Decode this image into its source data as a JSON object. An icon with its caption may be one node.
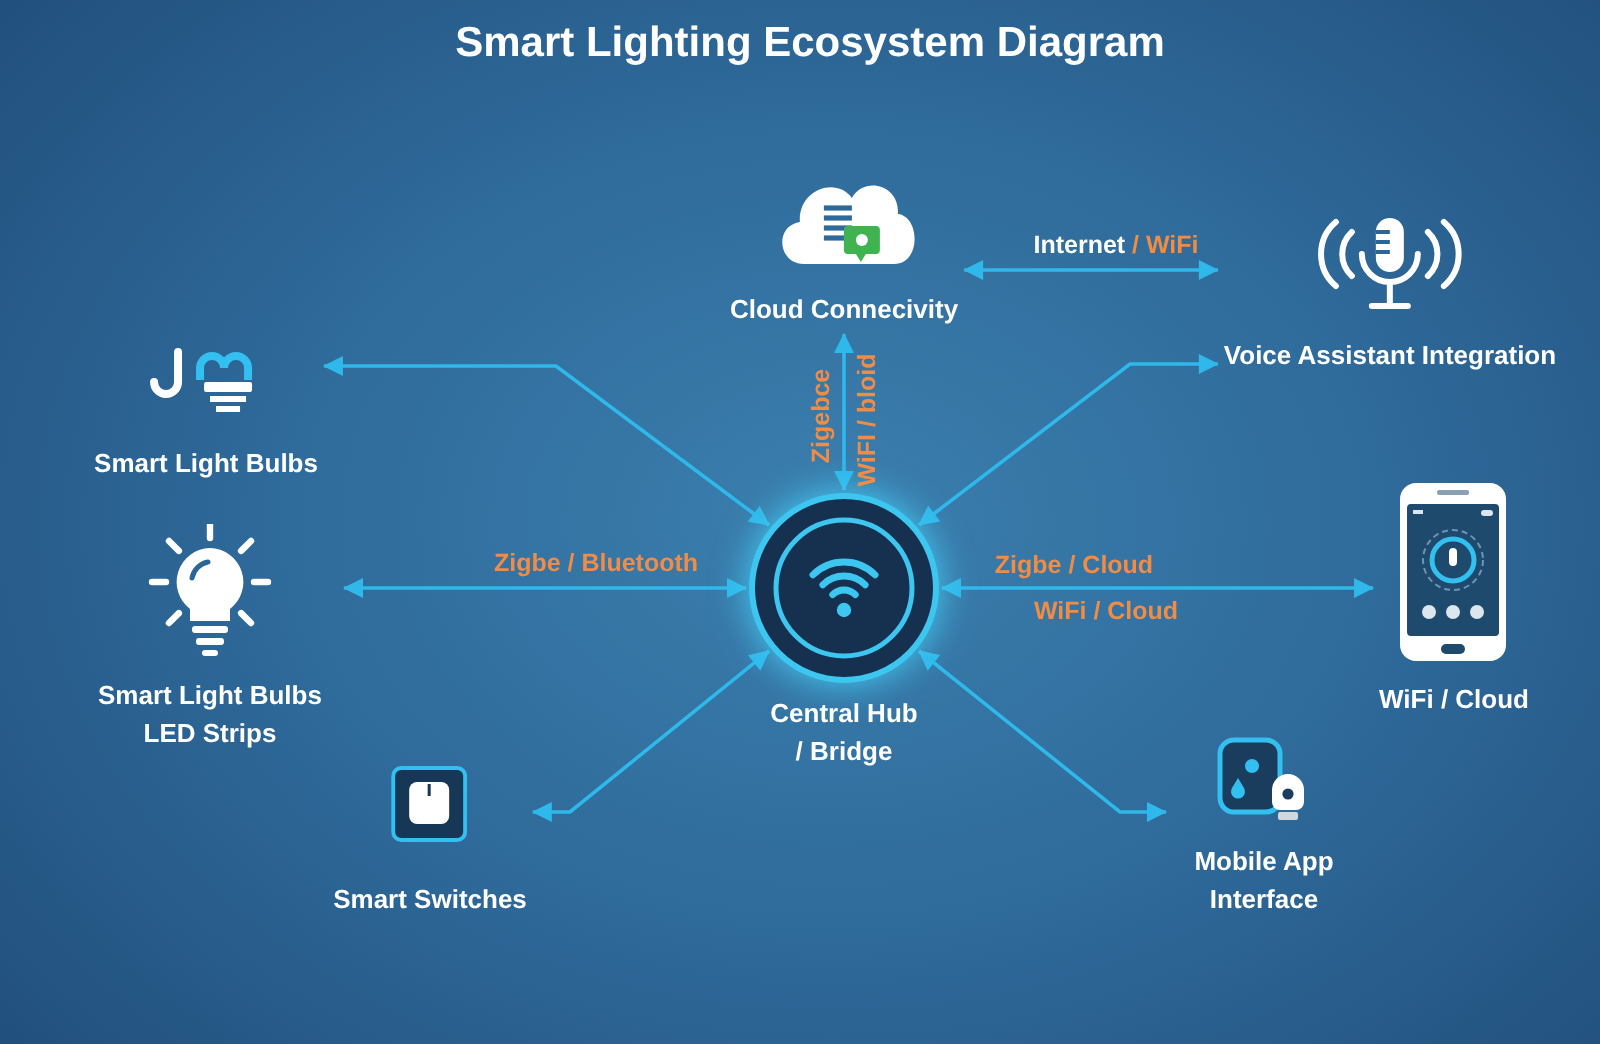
{
  "diagram": {
    "title": "Smart Lighting Ecosystem Diagram",
    "nodes": [
      {
        "text": [
          "Cloud Connecivity"
        ]
      },
      {
        "text": [
          "Voice Assistant Integration"
        ]
      },
      {
        "text": [
          "Smart Light Bulbs"
        ]
      },
      {
        "text": [
          "Smart Light Bulbs LED Strips"
        ]
      },
      {
        "text": [
          "Central Hub / Bridge"
        ]
      },
      {
        "text": [
          "WiFi / Cloud"
        ]
      },
      {
        "text": [
          "Smart Switches"
        ]
      },
      {
        "text": [
          "Mobile App Interface"
        ]
      }
    ],
    "edges": [
      {
        "from": 0,
        "to": 1,
        "arrow": "both",
        "label": "Internet / WiFi"
      },
      {
        "from": 4,
        "to": 0,
        "arrow": "both",
        "label": "Zigebce"
      },
      {
        "from": 4,
        "to": 1,
        "arrow": "both"
      },
      {
        "from": 4,
        "to": 2,
        "arrow": "both"
      },
      {
        "from": 4,
        "to": 3,
        "arrow": "both",
        "label": "Zigbe / Bluetooth"
      },
      {
        "from": 4,
        "to": 5,
        "arrow": "both",
        "label": "Zigbe / Cloud"
      },
      {
        "from": 4,
        "to": 6,
        "arrow": "both"
      },
      {
        "from": 4,
        "to": 7,
        "arrow": "both"
      }
    ],
    "labels": [
      "WiFI / bloid",
      "WiFi / Cloud"
    ]
  }
}
